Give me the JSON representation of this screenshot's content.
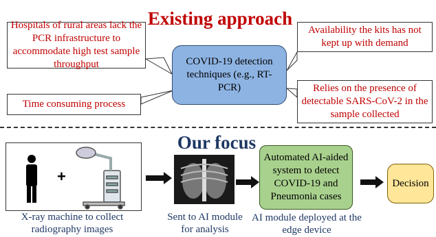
{
  "top": {
    "title": "Existing approach",
    "central_box": "COVID-19 detection techniques (e.g., RT-PCR)",
    "notes": {
      "rural": "Hospitals of rural areas lack the PCR infrastructure to accommodate high test sample throughput",
      "time": "Time consuming process",
      "kits": "Availability the kits has not kept up with demand",
      "relies": "Relies on the presence of detectable SARS-CoV-2 in the sample collected"
    }
  },
  "bottom": {
    "title": "Our focus",
    "xray_label": "X-ray machine to collect radiography images",
    "plus": "+",
    "sent_label": "Sent to AI module for analysis",
    "ai_box": "Automated AI-aided system to detect COVID-19 and Pneumonia cases",
    "ai_label": "AI module deployed at the edge device",
    "decision": "Decision"
  },
  "colors": {
    "red": "#c00000",
    "navy": "#1f3864",
    "blue_box": "#8db3e2",
    "green_box": "#a9d18e",
    "yellow_box": "#ffe699"
  }
}
